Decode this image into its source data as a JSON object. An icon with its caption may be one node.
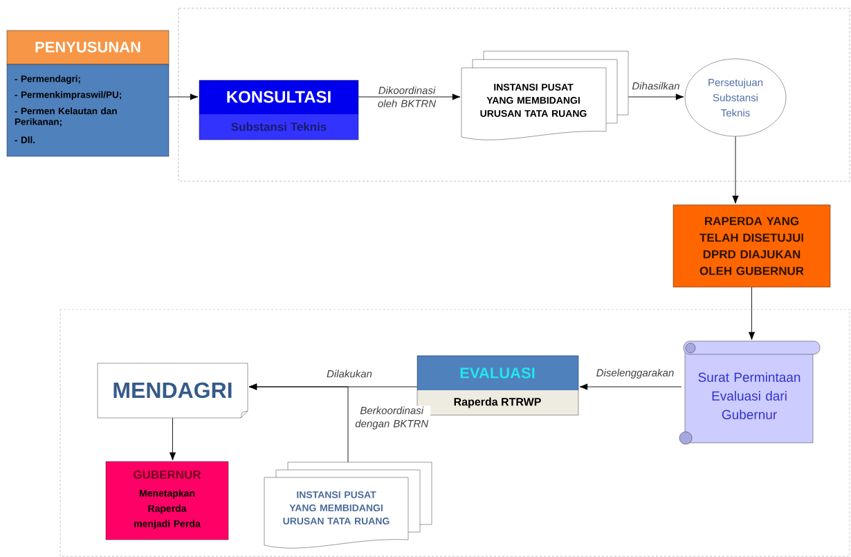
{
  "diagram": {
    "nodes": [
      {
        "text": [
          "PENYUSUNAN",
          "- Permendagri;",
          "- Permenkimpraswil/PU;",
          "- Permen Kelautan dan Perikanan;",
          "- Dll."
        ]
      },
      {
        "text": [
          "KONSULTASI",
          "Substansi Teknis"
        ]
      },
      {
        "text": [
          "INSTANSI PUSAT YANG MEMBIDANGI URUSAN TATA RUANG"
        ]
      },
      {
        "text": [
          "Persetujuan Substansi Teknis"
        ]
      },
      {
        "text": [
          "RAPERDA YANG TELAH DISETUJUI DPRD DIAJUKAN OLEH GUBERNUR"
        ]
      },
      {
        "text": [
          "Surat Permintaan Evaluasi dari Gubernur"
        ]
      },
      {
        "text": [
          "EVALUASI",
          "Raperda RTRWP"
        ]
      },
      {
        "text": [
          "MENDAGRI"
        ]
      },
      {
        "text": [
          "GUBERNUR",
          "Menetapkan Raperda menjadi Perda"
        ]
      },
      {
        "text": [
          "INSTANSI PUSAT YANG MEMBIDANGI URUSAN TATA RUANG"
        ]
      }
    ],
    "edges": [
      {
        "from": 0,
        "to": 1,
        "arrow": "to"
      },
      {
        "from": 1,
        "to": 2,
        "arrow": "to",
        "label": "Dikoordinasi oleh BKTRN"
      },
      {
        "from": 2,
        "to": 3,
        "arrow": "to",
        "label": "Dihasilkan"
      },
      {
        "from": 3,
        "to": 4,
        "arrow": "to"
      },
      {
        "from": 4,
        "to": 5,
        "arrow": "to"
      },
      {
        "from": 5,
        "to": 6,
        "arrow": "to",
        "label": "Diselenggarakan"
      },
      {
        "from": 6,
        "to": 7,
        "arrow": "to",
        "label": "Dilakukan"
      },
      {
        "from": 9,
        "to": 7,
        "arrow": "to",
        "label": "Berkoordinasi dengan BKTRN"
      },
      {
        "from": 7,
        "to": 8,
        "arrow": "to"
      }
    ]
  }
}
